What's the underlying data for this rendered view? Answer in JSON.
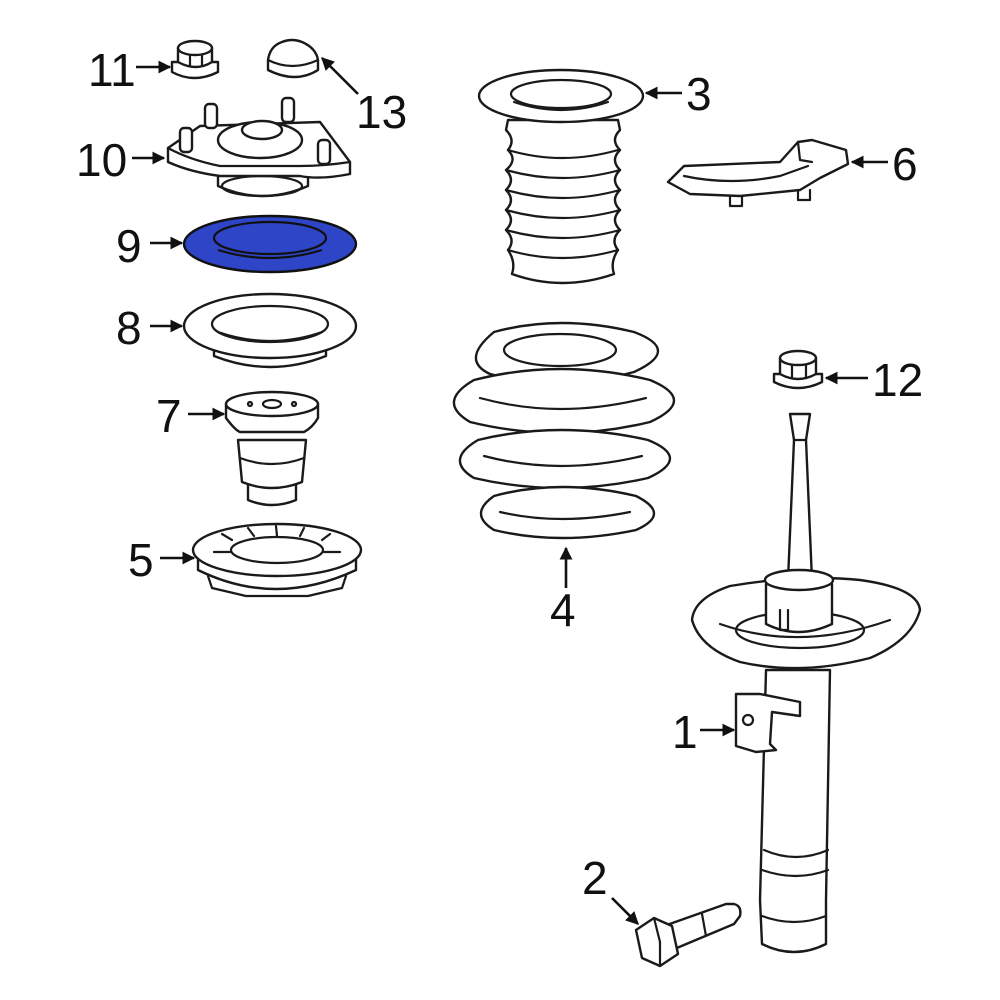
{
  "colors": {
    "highlight": "#2f45c7",
    "stroke": "#1a1a1a",
    "background": "#ffffff"
  },
  "callouts": {
    "c1": "1",
    "c2": "2",
    "c3": "3",
    "c4": "4",
    "c5": "5",
    "c6": "6",
    "c7": "7",
    "c8": "8",
    "c9": "9",
    "c10": "10",
    "c11": "11",
    "c12": "12",
    "c13": "13"
  },
  "highlighted_part": "9"
}
